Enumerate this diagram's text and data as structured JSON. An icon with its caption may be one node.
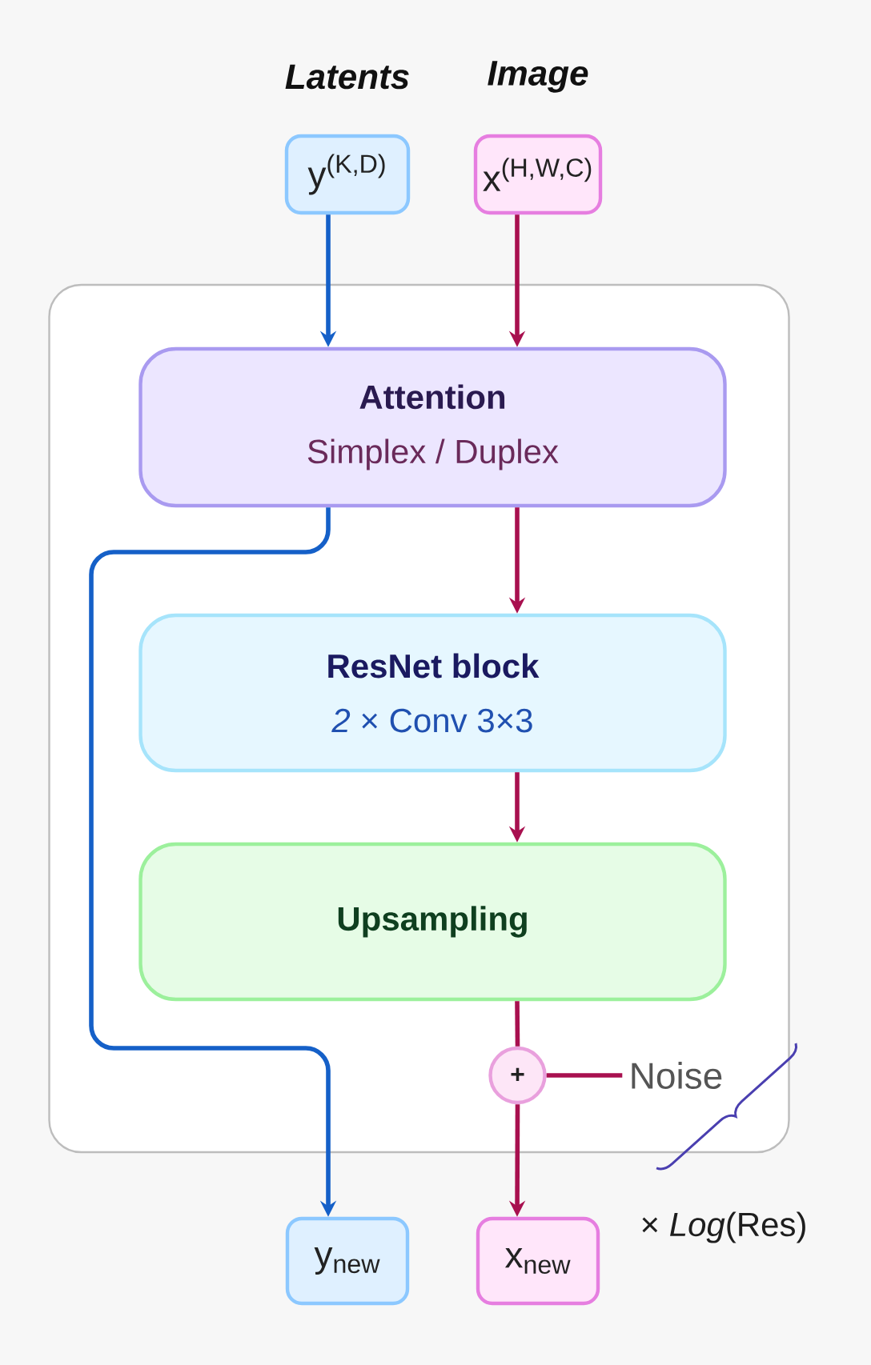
{
  "diagram": {
    "nodes": [
      {
        "text": [],
        "shape": "box"
      },
      {
        "text": [
          "Latents",
          "y$^{(K,D)}$"
        ]
      },
      {
        "text": [
          "Image",
          "x$^{(H,W,C)}$"
        ]
      },
      {
        "text": [
          "Attention",
          "Simplex / Duplex"
        ],
        "in": 0
      },
      {
        "text": [
          "ResNet block",
          "*2* × Conv 3×3"
        ],
        "in": 0
      },
      {
        "text": [
          "Upsampling"
        ],
        "in": 0
      },
      {
        "text": [
          "+"
        ],
        "in": 0
      },
      {
        "text": [
          "Noise"
        ],
        "in": 0
      },
      {
        "text": [
          "y$_{new}$"
        ]
      },
      {
        "text": [
          "x$_{new}$"
        ]
      }
    ],
    "edges": [
      {
        "from": 1,
        "to": 3,
        "arrow": "to",
        "color": "#1560c8"
      },
      {
        "from": 2,
        "to": 3,
        "arrow": "to"
      },
      {
        "from": 3,
        "to": 4,
        "arrow": "to"
      },
      {
        "from": 4,
        "to": 5,
        "arrow": "to"
      },
      {
        "from": 5,
        "to": 6,
        "arrow": "none"
      },
      {
        "from": 7,
        "to": 6,
        "arrow": "none"
      },
      {
        "from": 6,
        "to": 9,
        "arrow": "to"
      },
      {
        "from": 3,
        "to": 8,
        "arrow": "to",
        "color": "#1560c8"
      }
    ],
    "labels": [
      "× *Log*(Res)"
    ]
  }
}
